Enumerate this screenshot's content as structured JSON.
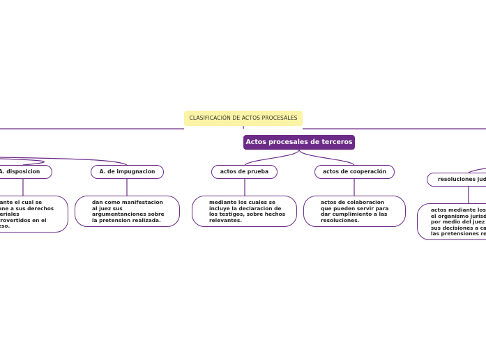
{
  "root": {
    "label": "CLASIFICACIÓN DE ACTOS PROCESALES"
  },
  "main_topic": {
    "label": "Actos procesales de terceros"
  },
  "subtopics": [
    {
      "label": "A. disposicion",
      "description": "iante el cual se\none a sus derechos\nieriales\ntrovertidos en el\neso."
    },
    {
      "label": "A. de impugnacion",
      "description": "dan como manifestacion\nal juez sus\nargumentanciones sobre\nla pretension realizada."
    },
    {
      "label": "actos de prueba",
      "description": "mediante los cuales se\nincluye la declaracion de\nlos testigos, sobre hechos\nrelevantes."
    },
    {
      "label": "actos de cooperación",
      "description": "actos de colaboracion\nque pueden servir para\ndar cumplimiento a las\nresoluciones."
    },
    {
      "label": "resoluciones judic",
      "description": "actos mediante los c\nel organismo jurisdic\npor medio del juez e\nsus decisiones a cau\nlas pretensiones rea"
    }
  ],
  "colors": {
    "line": "#6b2b87",
    "root_fill": "#fbf3a6",
    "main_fill": "#6b2b87"
  }
}
